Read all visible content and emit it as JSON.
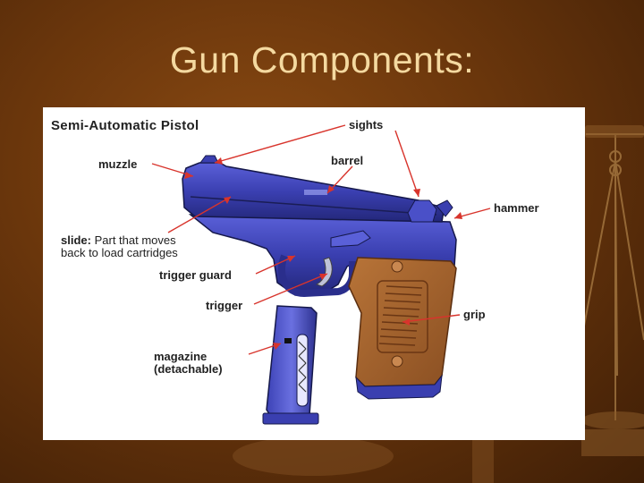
{
  "slide": {
    "title": "Gun Components:"
  },
  "figure": {
    "title": "Semi-Automatic Pistol",
    "labels": {
      "sights": "sights",
      "barrel": "barrel",
      "muzzle": "muzzle",
      "hammer": "hammer",
      "slide_term": "slide:",
      "slide_desc_1": "Part that moves",
      "slide_desc_2": "back to load cartridges",
      "trigger_guard": "trigger guard",
      "trigger": "trigger",
      "grip": "grip",
      "magazine_1": "magazine",
      "magazine_2": "(detachable)"
    },
    "colors": {
      "pistol_blue": "#3a3fb0",
      "grip_brown": "#a0622e",
      "arrow_red": "#d8342c"
    }
  },
  "background": {
    "decor": "scales-of-justice"
  }
}
